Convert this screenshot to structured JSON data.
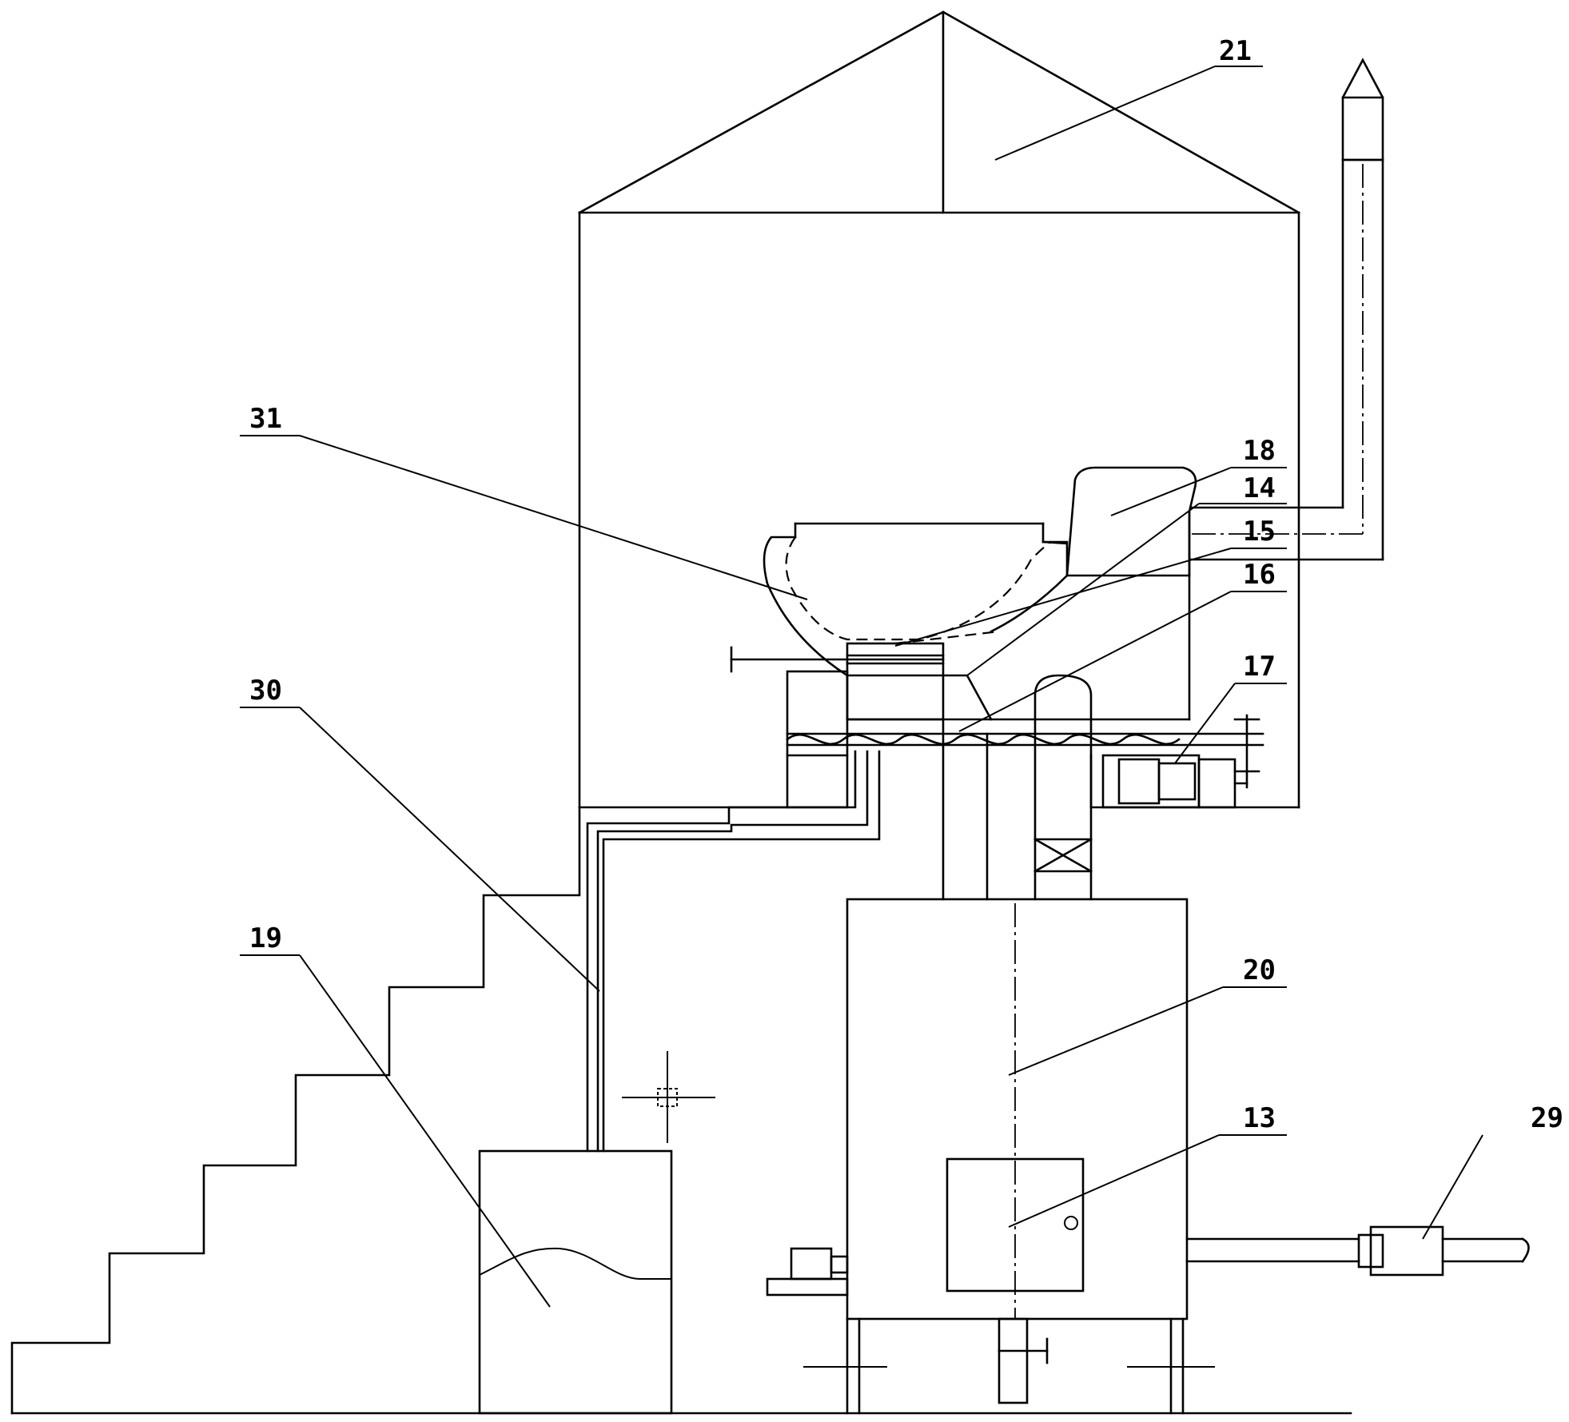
{
  "diagram": {
    "labels": [
      {
        "id": "label-21",
        "text": "21"
      },
      {
        "id": "label-31",
        "text": "31"
      },
      {
        "id": "label-18",
        "text": "18"
      },
      {
        "id": "label-14",
        "text": "14"
      },
      {
        "id": "label-15",
        "text": "15"
      },
      {
        "id": "label-16",
        "text": "16"
      },
      {
        "id": "label-17",
        "text": "17"
      },
      {
        "id": "label-30",
        "text": "30"
      },
      {
        "id": "label-20",
        "text": "20"
      },
      {
        "id": "label-19",
        "text": "19"
      },
      {
        "id": "label-13",
        "text": "13"
      },
      {
        "id": "label-29",
        "text": "29"
      }
    ]
  }
}
